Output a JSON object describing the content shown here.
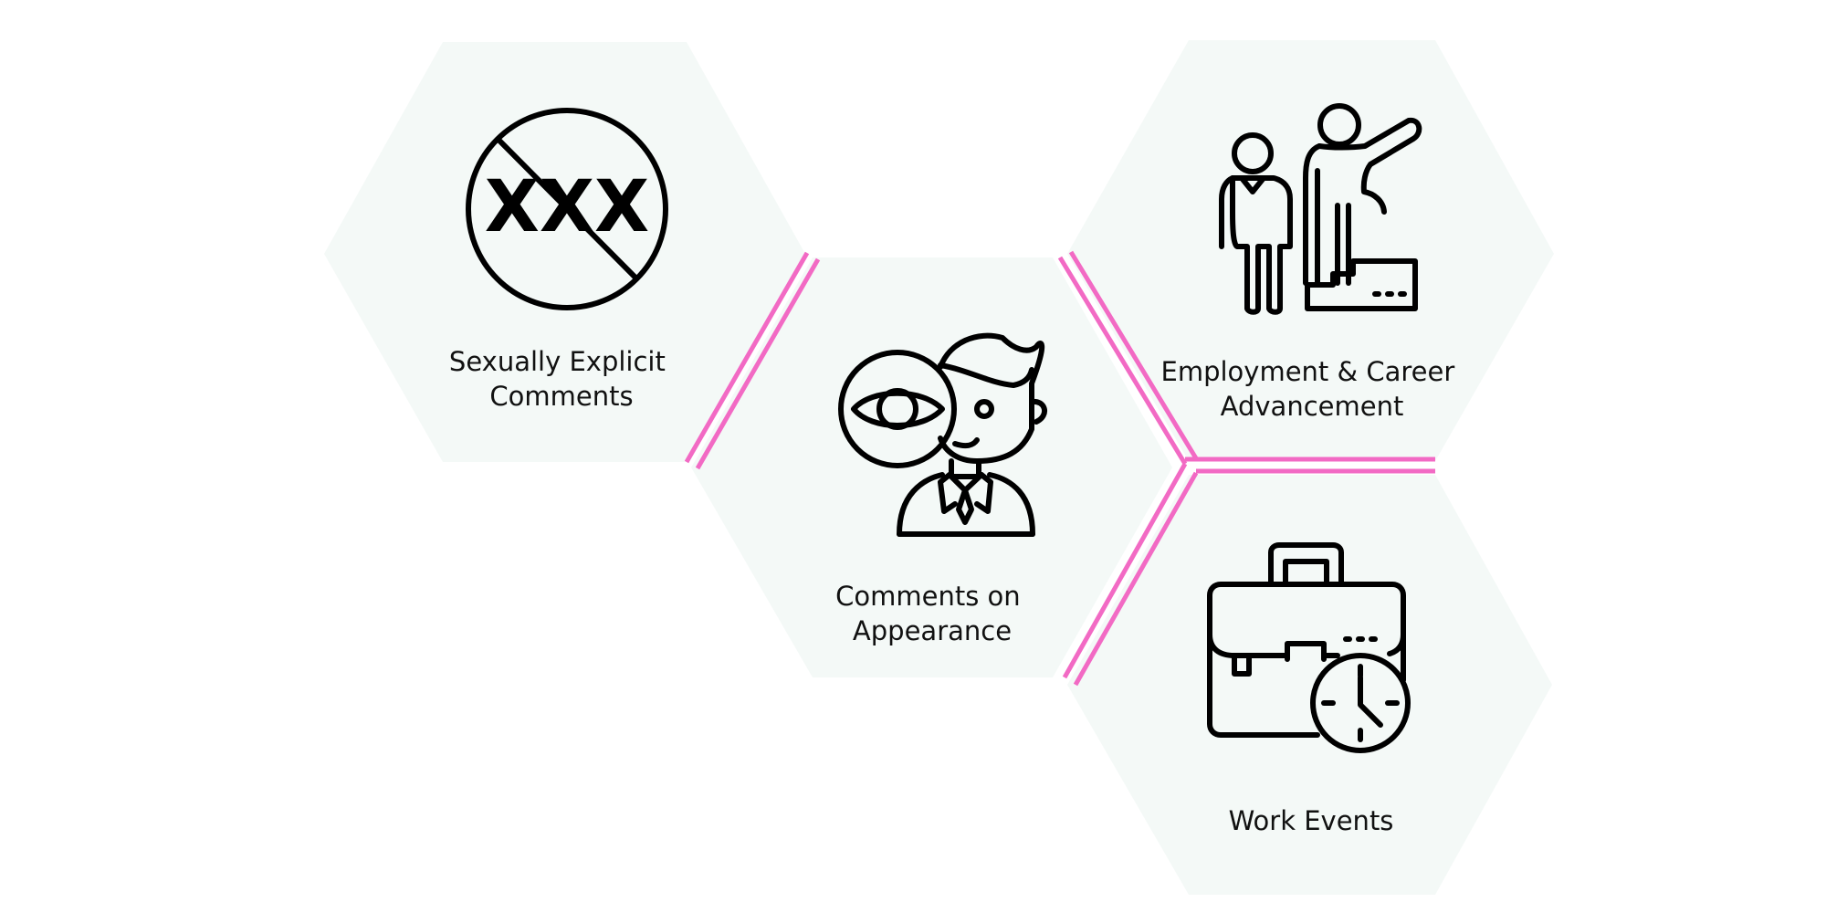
{
  "nodes": [
    {
      "id": "sexually-explicit",
      "label_lines": [
        "Sexually Explicit",
        "Comments"
      ],
      "icon": "no-xxx-icon"
    },
    {
      "id": "appearance",
      "label_lines": [
        "Comments on",
        "Appearance"
      ],
      "icon": "magnifier-person-icon"
    },
    {
      "id": "employment",
      "label_lines": [
        "Employment & Career",
        "Advancement"
      ],
      "icon": "career-advancement-icon"
    },
    {
      "id": "work-events",
      "label_lines": [
        "Work Events"
      ],
      "icon": "briefcase-clock-icon"
    }
  ],
  "icon_text": {
    "xxx": "XXX"
  },
  "colors": {
    "hexagon_fill": "#f4f9f7",
    "connector": "#f26ac4",
    "icon_stroke": "#000000",
    "label": "#111111"
  }
}
